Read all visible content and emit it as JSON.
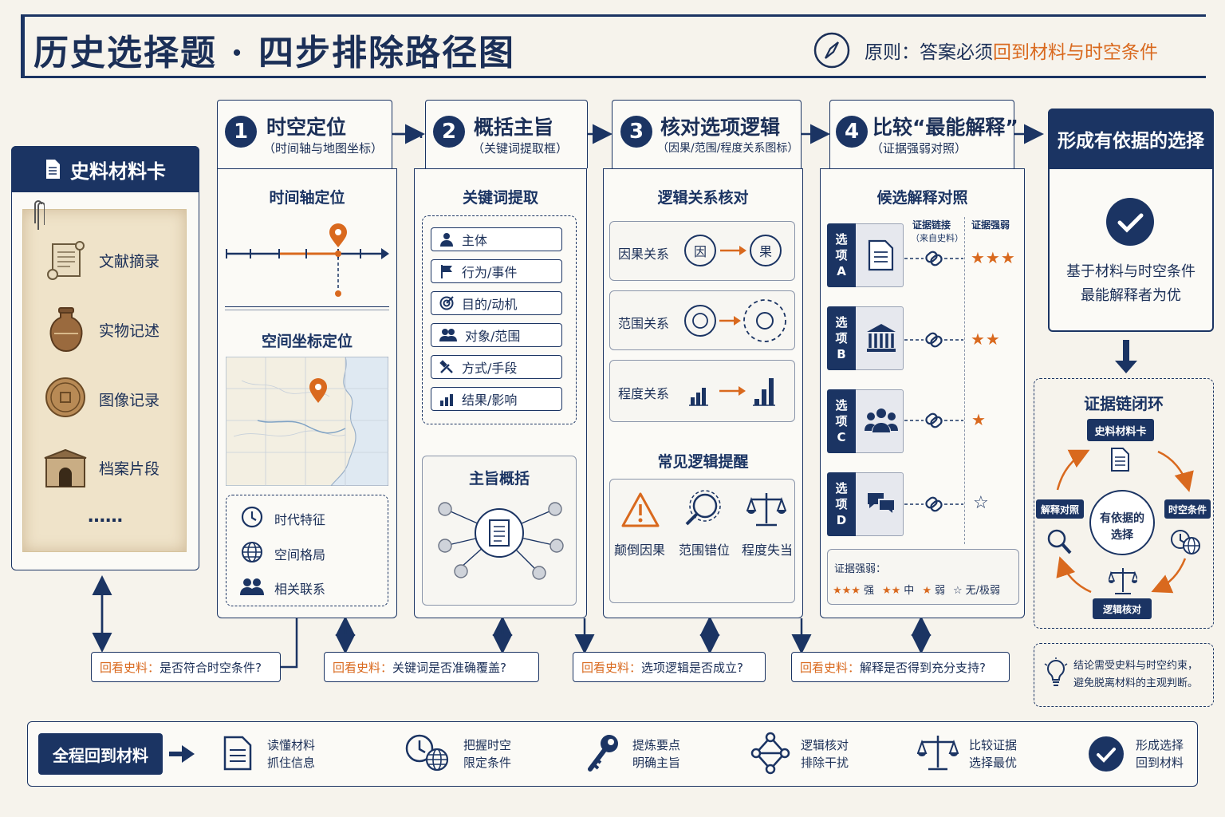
{
  "header": {
    "title": "历史选择题 · 四步排除路径图",
    "principle_prefix": "原则：答案必须",
    "principle_highlight": "回到材料与时空条件"
  },
  "material_card": {
    "title": "史料材料卡",
    "items": [
      "文献摘录",
      "实物记述",
      "图像记录",
      "档案片段"
    ],
    "more": "……"
  },
  "steps": [
    {
      "num": "1",
      "title": "时空定位",
      "sub": "（时间轴与地图坐标）"
    },
    {
      "num": "2",
      "title": "概括主旨",
      "sub": "（关键词提取框）"
    },
    {
      "num": "3",
      "title": "核对选项逻辑",
      "sub": "（因果/范围/程度关系图标）"
    },
    {
      "num": "4",
      "title": "比较“最能解释”",
      "sub": "（证据强弱对照）"
    }
  ],
  "step1": {
    "timeline_title": "时间轴定位",
    "map_title": "空间坐标定位",
    "features": [
      "时代特征",
      "空间格局",
      "相关联系"
    ]
  },
  "step2": {
    "keyword_title": "关键词提取",
    "keywords": [
      "主体",
      "行为/事件",
      "目的/动机",
      "对象/范围",
      "方式/手段",
      "结果/影响"
    ],
    "summary_title": "主旨概括"
  },
  "step3": {
    "logic_title": "逻辑关系核对",
    "relations": [
      {
        "label": "因果关系",
        "a": "因",
        "b": "果"
      },
      {
        "label": "范围关系"
      },
      {
        "label": "程度关系"
      }
    ],
    "reminder_title": "常见逻辑提醒",
    "reminders": [
      "颠倒因果",
      "范围错位",
      "程度失当"
    ]
  },
  "step4": {
    "compare_title": "候选解释对照",
    "col_link": "证据链接",
    "col_link_sub": "（来自史料）",
    "col_strength": "证据强弱",
    "options": [
      {
        "label": [
          "选",
          "项",
          "A"
        ],
        "stars": "★★★"
      },
      {
        "label": [
          "选",
          "项",
          "B"
        ],
        "stars": "★★"
      },
      {
        "label": [
          "选",
          "项",
          "C"
        ],
        "stars": "★"
      },
      {
        "label": [
          "选",
          "项",
          "D"
        ],
        "stars": "☆"
      }
    ],
    "legend_title": "证据强弱：",
    "legend": [
      {
        "stars": "★★★",
        "text": "强"
      },
      {
        "stars": "★★",
        "text": "中"
      },
      {
        "stars": "★",
        "text": "弱"
      },
      {
        "stars": "☆",
        "text": "无/极弱"
      }
    ]
  },
  "result": {
    "title": "形成有依据的选择",
    "text1": "基于材料与时空条件",
    "text2": "最能解释者为优"
  },
  "evidence_loop": {
    "title": "证据链闭环",
    "top": "史料材料卡",
    "left": "解释对照",
    "right": "时空条件",
    "bottom": "逻辑核对",
    "center1": "有依据的",
    "center2": "选择"
  },
  "conclusion_note": {
    "line1": "结论需受史料与时空约束，",
    "line2": "避免脱离材料的主观判断。"
  },
  "reviews": [
    {
      "prefix": "回看史料：",
      "text": "是否符合时空条件?"
    },
    {
      "prefix": "回看史料：",
      "text": "关键词是否准确覆盖?"
    },
    {
      "prefix": "回看史料：",
      "text": "选项逻辑是否成立?"
    },
    {
      "prefix": "回看史料：",
      "text": "解释是否得到充分支持?"
    }
  ],
  "bottom": {
    "label": "全程回到材料",
    "items": [
      {
        "l1": "读懂材料",
        "l2": "抓住信息"
      },
      {
        "l1": "把握时空",
        "l2": "限定条件"
      },
      {
        "l1": "提炼要点",
        "l2": "明确主旨"
      },
      {
        "l1": "逻辑核对",
        "l2": "排除干扰"
      },
      {
        "l1": "比较证据",
        "l2": "选择最优"
      },
      {
        "l1": "形成选择",
        "l2": "回到材料"
      }
    ]
  },
  "colors": {
    "navy": "#1b3463",
    "orange": "#d9691e",
    "background": "#f6f3ec"
  }
}
